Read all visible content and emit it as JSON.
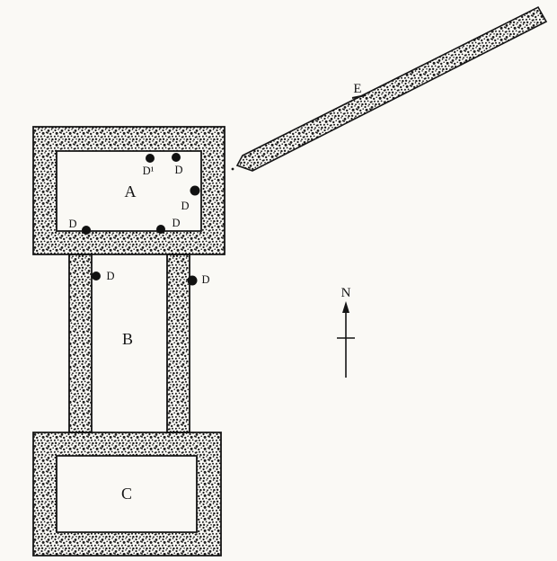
{
  "figure": {
    "colors": {
      "paper": "#faf9f5",
      "ink": "#141414"
    },
    "rooms": {
      "a": "A",
      "b": "B",
      "c": "C"
    },
    "wall_e": {
      "label": "E"
    },
    "north": {
      "label": "N"
    },
    "dots": {
      "d": "D",
      "d1": "D¹"
    }
  }
}
